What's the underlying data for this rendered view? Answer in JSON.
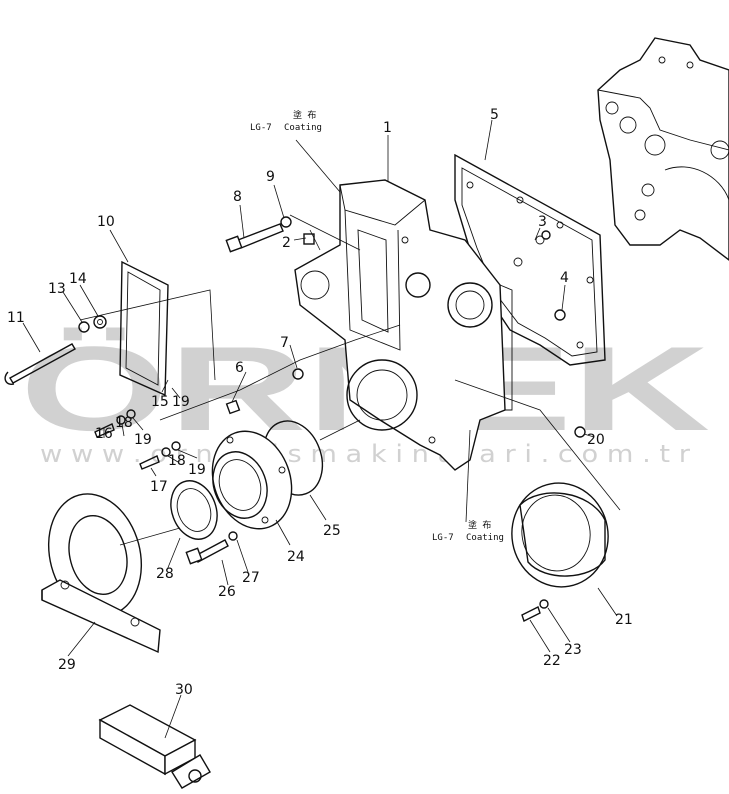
{
  "diagram": {
    "callouts": [
      "1",
      "2",
      "3",
      "4",
      "5",
      "6",
      "7",
      "8",
      "9",
      "10",
      "11",
      "13",
      "14",
      "15",
      "16",
      "17",
      "18",
      "18",
      "19",
      "19",
      "19",
      "20",
      "21",
      "22",
      "23",
      "24",
      "25",
      "26",
      "27",
      "28",
      "29",
      "30"
    ],
    "coating_notes": [
      {
        "chinese": "塗 布",
        "material": "LG-7",
        "word": "Coating"
      },
      {
        "chinese": "塗 布",
        "material": "LG-7",
        "word": "Coating"
      }
    ]
  },
  "watermark": {
    "logo_text": "ÖRNEK",
    "url": "w w w . o r n e k i s m a k i n a l a r i . c o m . t r"
  }
}
